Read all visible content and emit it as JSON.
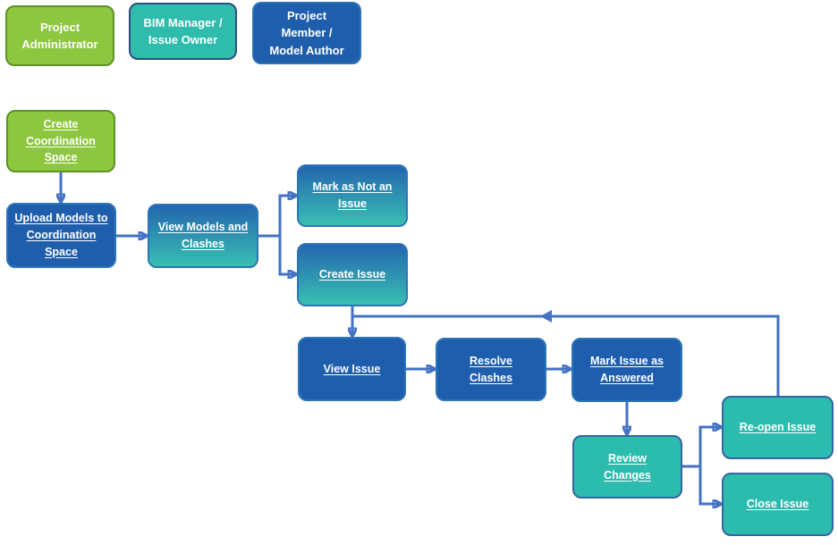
{
  "palette": {
    "green_fill": "#8DC63F",
    "green_border": "#5F9228",
    "teal_fill": "#2CBCAD",
    "teal_legend_border": "#2A5080",
    "teal_flow_border": "#3465A4",
    "blue_fill": "#1F5EAD",
    "blue_border": "#2E75B6",
    "gradient_top": "#2466B0",
    "gradient_bottom": "#38BFB1",
    "connector": "#4472C4",
    "text": "#FFFFFF"
  },
  "legend": [
    {
      "label": "Project Administrator"
    },
    {
      "label": "BIM Manager / Issue Owner"
    },
    {
      "label": "Project Member / Model Author"
    }
  ],
  "nodes": [
    {
      "id": "create-coordination-space",
      "label": "Create Coordination Space"
    },
    {
      "id": "upload-models-to-coordination-space",
      "label": "Upload Models to Coordination Space"
    },
    {
      "id": "view-models-and-clashes",
      "label": "View Models and Clashes"
    },
    {
      "id": "mark-as-not-an-issue",
      "label": "Mark as Not an Issue"
    },
    {
      "id": "create-issue",
      "label": "Create Issue"
    },
    {
      "id": "view-issue",
      "label": "View Issue"
    },
    {
      "id": "resolve-clashes",
      "label": "Resolve Clashes"
    },
    {
      "id": "mark-issue-as-answered",
      "label": "Mark Issue as Answered"
    },
    {
      "id": "review-changes",
      "label": "Review Changes"
    },
    {
      "id": "re-open-issue",
      "label": "Re-open Issue"
    },
    {
      "id": "close-issue",
      "label": "Close Issue"
    }
  ]
}
